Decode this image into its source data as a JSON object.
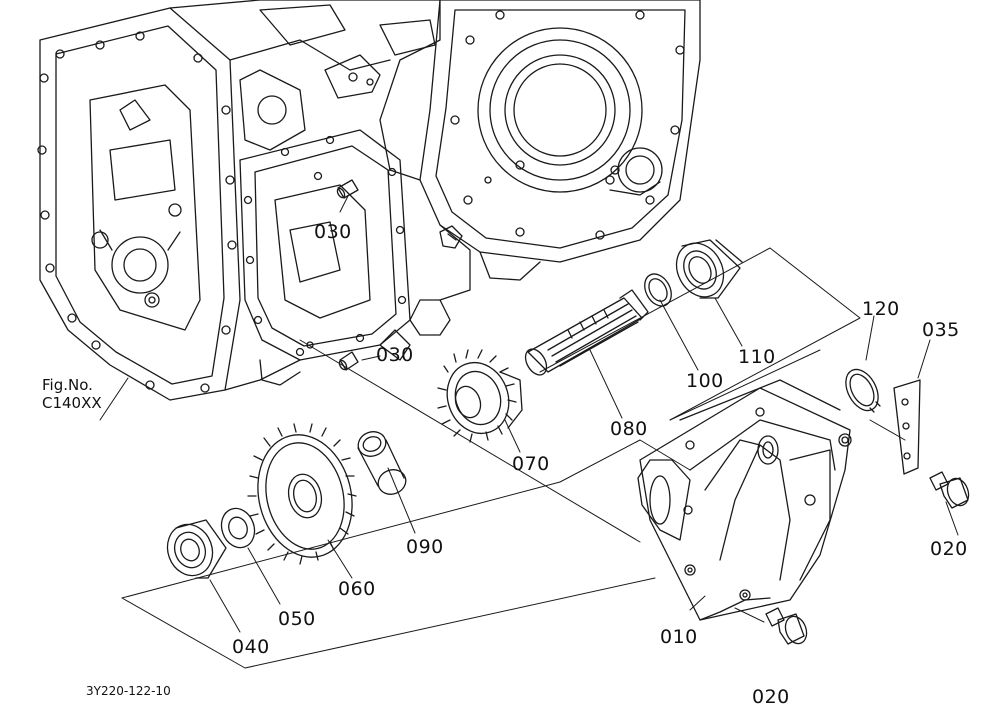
{
  "figure_ref": {
    "line1": "Fig.No.",
    "line2": "C140XX"
  },
  "drawing_code": "3Y220-122-10",
  "part_labels": {
    "p030a": "030",
    "p030b": "030",
    "p110": "110",
    "p100": "100",
    "p080": "080",
    "p070": "070",
    "p120": "120",
    "p035": "035",
    "p090": "090",
    "p060": "060",
    "p050": "050",
    "p040": "040",
    "p010": "010",
    "p020a": "020",
    "p020b": "020"
  }
}
